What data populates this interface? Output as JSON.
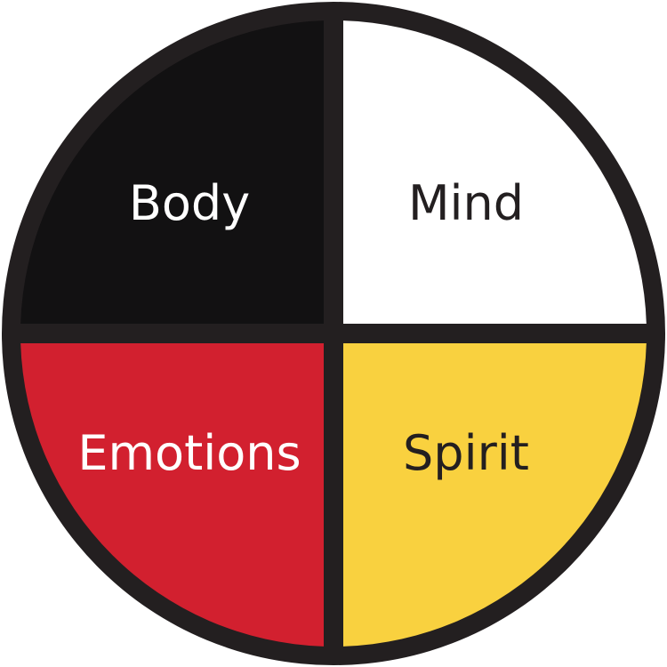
{
  "quadrants": {
    "body": {
      "label": "Body",
      "color": "#121112",
      "text_color": "#ffffff"
    },
    "mind": {
      "label": "Mind",
      "color": "#ffffff",
      "text_color": "#231f20"
    },
    "emotions": {
      "label": "Emotions",
      "color": "#d2202f",
      "text_color": "#ffffff"
    },
    "spirit": {
      "label": "Spirit",
      "color": "#f9d13f",
      "text_color": "#231f20"
    }
  },
  "border_color": "#231f20"
}
